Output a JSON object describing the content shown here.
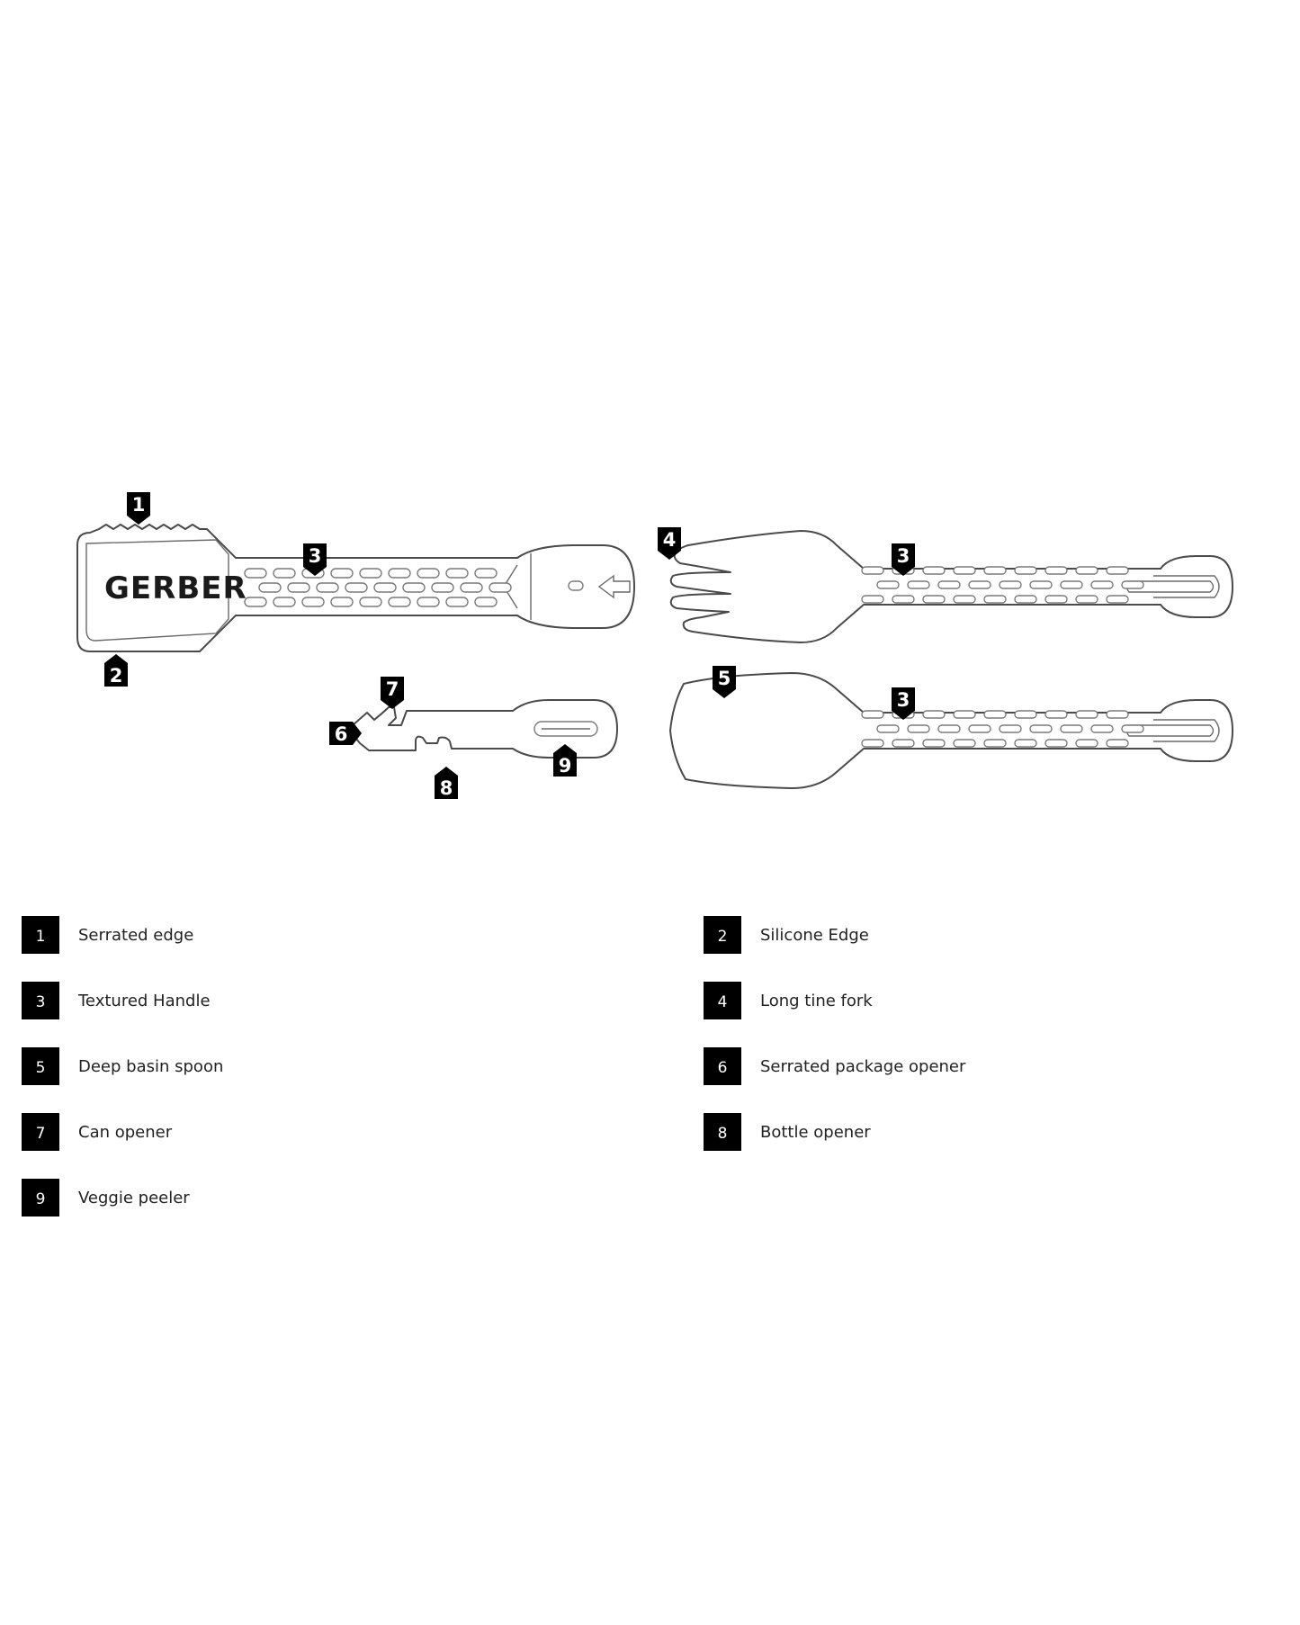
{
  "logo": "GERBER",
  "callouts": [
    {
      "number": "1",
      "pointer": "down"
    },
    {
      "number": "2",
      "pointer": "up"
    },
    {
      "number": "3",
      "pointer": "down"
    },
    {
      "number": "4",
      "pointer": "down"
    },
    {
      "number": "3",
      "pointer": "down"
    },
    {
      "number": "7",
      "pointer": "down"
    },
    {
      "number": "6",
      "pointer": "right"
    },
    {
      "number": "8",
      "pointer": "up"
    },
    {
      "number": "9",
      "pointer": "up"
    },
    {
      "number": "5",
      "pointer": "down"
    },
    {
      "number": "3",
      "pointer": "down"
    }
  ],
  "legend": [
    {
      "number": "1",
      "label": "Serrated edge"
    },
    {
      "number": "2",
      "label": "Silicone Edge"
    },
    {
      "number": "3",
      "label": "Textured Handle"
    },
    {
      "number": "4",
      "label": "Long tine fork"
    },
    {
      "number": "5",
      "label": "Deep basin spoon"
    },
    {
      "number": "6",
      "label": "Serrated package opener"
    },
    {
      "number": "7",
      "label": "Can opener"
    },
    {
      "number": "8",
      "label": "Bottle opener"
    },
    {
      "number": "9",
      "label": "Veggie peeler"
    }
  ]
}
